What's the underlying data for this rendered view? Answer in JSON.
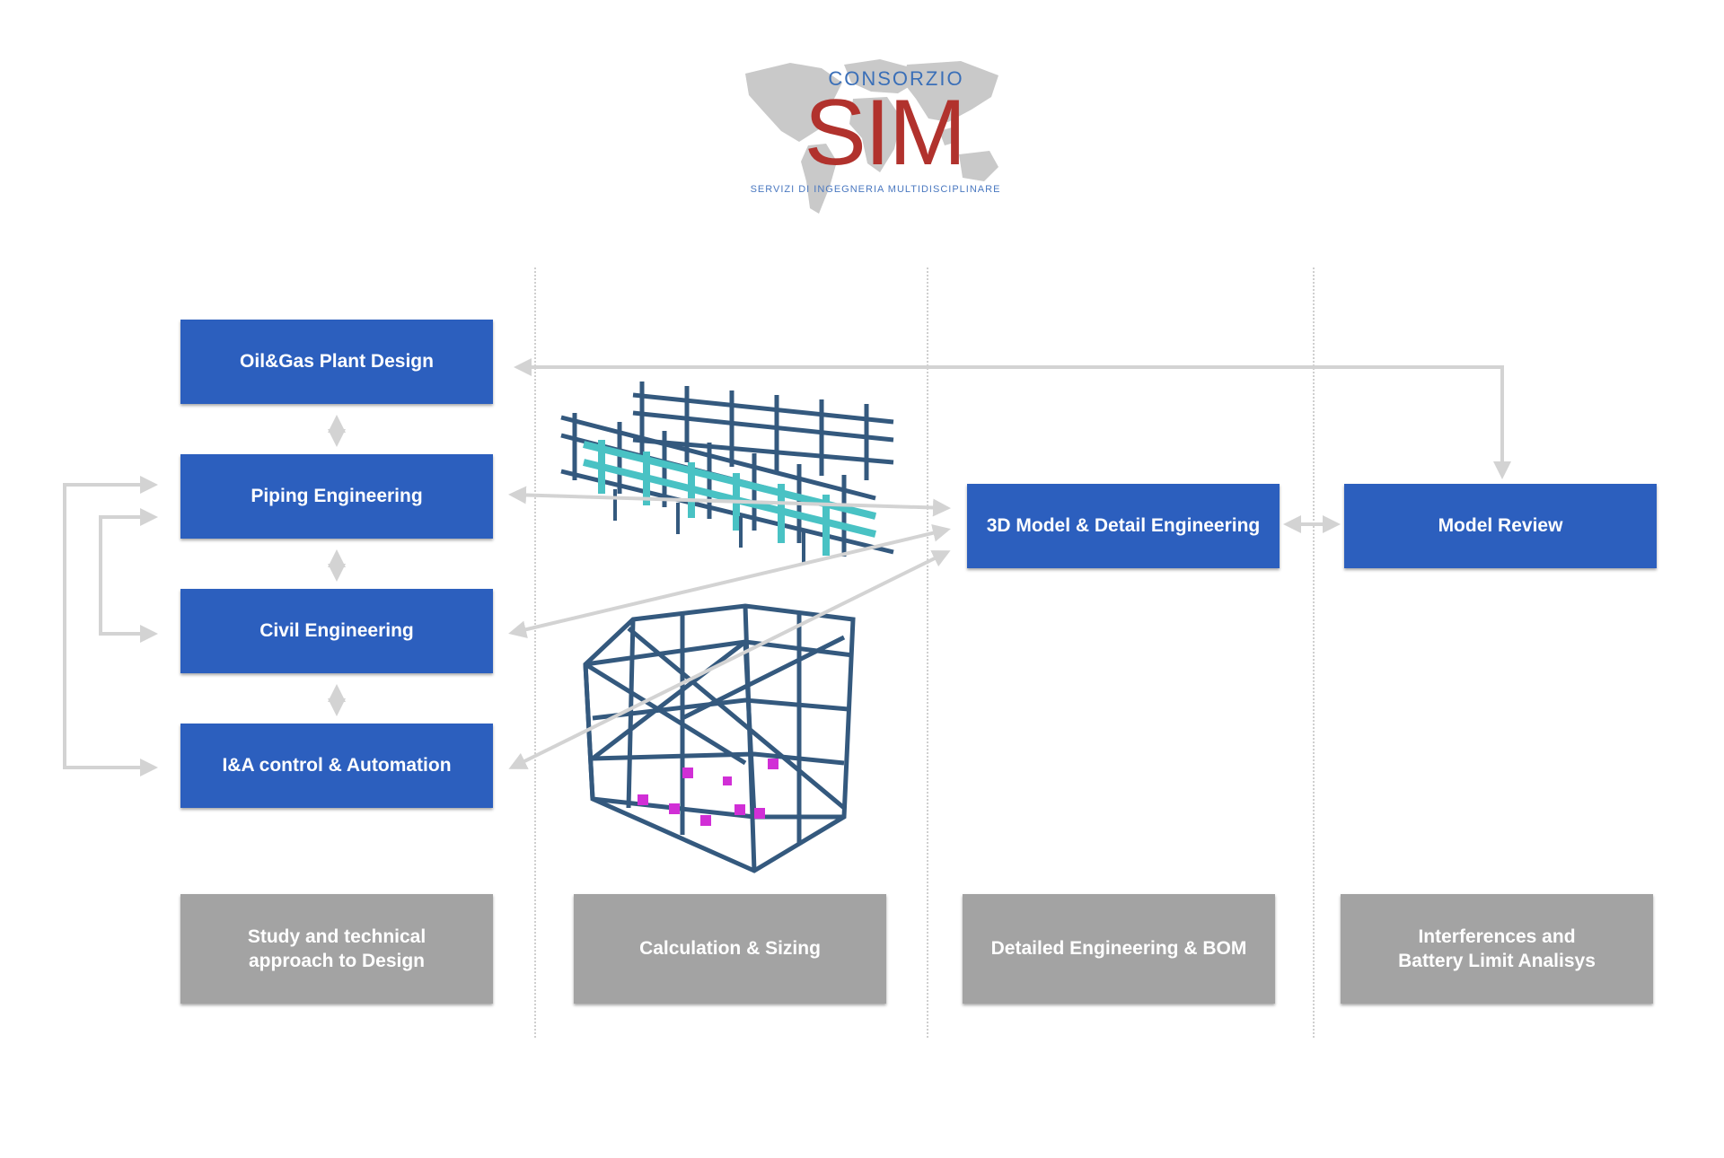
{
  "logo": {
    "top_text": "CONSORZIO",
    "main_text": "SIM",
    "tagline": "SERVIZI DI INGEGNERIA MULTIDISCIPLINARE"
  },
  "disciplines": {
    "oilgas": "Oil&Gas Plant Design",
    "piping": "Piping Engineering",
    "civil": "Civil Engineering",
    "ia": "I&A control & Automation"
  },
  "stages": {
    "model": "3D Model & Detail Engineering",
    "review": "Model Review"
  },
  "phases": {
    "study": "Study and technical\napproach to Design",
    "calc": "Calculation & Sizing",
    "detail": "Detailed Engineering & BOM",
    "interf": "Interferences and\nBattery Limit Analisys"
  },
  "colors": {
    "box_blue": "#2c5fbe",
    "box_grey": "#a3a3a3",
    "arrow": "#d3d3d3",
    "steel": "#34597e",
    "pipe_cyan": "#49c2c4",
    "accent_magenta": "#d12fd6",
    "logo_red": "#b1322d",
    "logo_blue": "#3a6fb8"
  }
}
